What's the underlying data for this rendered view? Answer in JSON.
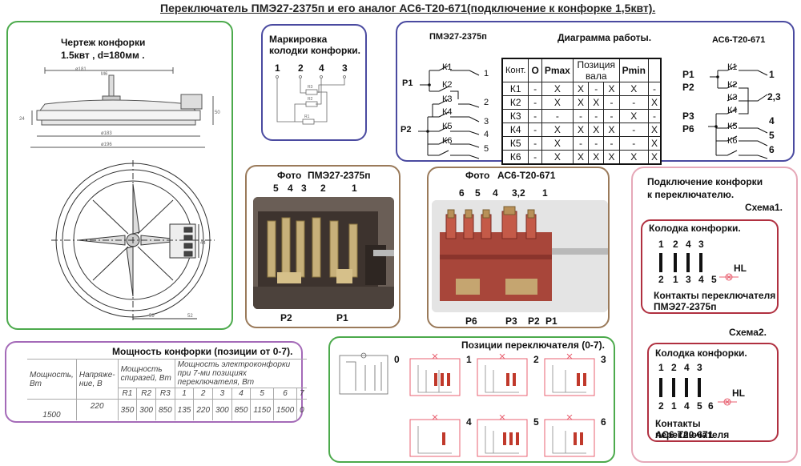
{
  "title": "Переключатель ПМЭ27-2375п и его аналог АС6-Т20-671(подключение к конфорке 1,5квт).",
  "colors": {
    "green": "#4caa4c",
    "blue": "#4a4aa0",
    "brown": "#9a7a5a",
    "purple": "#a46ab8",
    "pink": "#e6a8b8",
    "darkred": "#b03040",
    "x_marker": "#e86070"
  },
  "drawing": {
    "heading_line1": "Чертеж конфорки",
    "heading_line2": "1.5квт , d=180мм ."
  },
  "marking": {
    "heading": "Маркировка колодки конфорки.",
    "pins": [
      "1",
      "2",
      "4",
      "3"
    ]
  },
  "diagram": {
    "left_title": "ПМЭ27-2375п",
    "center_title": "Диаграмма работы.",
    "right_title": "АС6-Т20-671",
    "table_header": [
      "Конт.",
      "О",
      "Pmax",
      "Позиция вала",
      "Pmin"
    ],
    "rows": [
      {
        "k": "К1",
        "cells": [
          "-",
          "X",
          "X",
          "-",
          "X",
          "X",
          "-"
        ]
      },
      {
        "k": "К2",
        "cells": [
          "-",
          "X",
          "X",
          "X",
          "-",
          "-",
          "X"
        ]
      },
      {
        "k": "К3",
        "cells": [
          "-",
          "-",
          "-",
          "-",
          "-",
          "X",
          "-"
        ]
      },
      {
        "k": "К4",
        "cells": [
          "-",
          "X",
          "X",
          "X",
          "X",
          "-",
          "X"
        ]
      },
      {
        "k": "К5",
        "cells": [
          "-",
          "X",
          "-",
          "-",
          "-",
          "-",
          "X"
        ]
      },
      {
        "k": "К6",
        "cells": [
          "-",
          "X",
          "X",
          "X",
          "X",
          "X",
          "X"
        ]
      }
    ],
    "left_contacts": [
      "К1",
      "К2",
      "К3",
      "К4",
      "К5",
      "К6"
    ],
    "left_outputs": [
      "1",
      "2",
      "3",
      "4",
      "5"
    ],
    "left_inputs": [
      "Р1",
      "Р2"
    ],
    "right_contacts": [
      "К1",
      "К2",
      "К3",
      "К4",
      "К5",
      "К6"
    ],
    "right_outputs": [
      "1",
      "2,3",
      "4",
      "5",
      "6"
    ],
    "right_inputs": [
      "Р1",
      "Р2",
      "Р3",
      "Р6"
    ]
  },
  "photo1": {
    "heading_left": "Фото",
    "heading_right": "ПМЭ27-2375п",
    "top_numbers": [
      "5",
      "4",
      "3",
      "2",
      "1"
    ],
    "bottom_left": "Р2",
    "bottom_right": "Р1"
  },
  "photo2": {
    "heading_left": "Фото",
    "heading_right": "АС6-Т20-671",
    "top_numbers": [
      "6",
      "5",
      "4",
      "3,2",
      "1"
    ],
    "bottom_labels": [
      "Р6",
      "Р3",
      "Р2",
      "Р1"
    ]
  },
  "connection": {
    "heading_line1": "Подключение конфорки",
    "heading_line2": "к переключателю.",
    "scheme1": {
      "title": "Схема1.",
      "block_title": "Колодка конфорки.",
      "top_numbers": [
        "1",
        "2",
        "4",
        "3"
      ],
      "bottom_numbers": [
        "2",
        "1",
        "3",
        "4",
        "5"
      ],
      "hl": "HL",
      "caption_line1": "Контакты переключателя",
      "caption_line2": "ПМЭ27-2375п"
    },
    "scheme2": {
      "title": "Схема2.",
      "block_title": "Колодка конфорки.",
      "top_numbers": [
        "1",
        "2",
        "4",
        "3"
      ],
      "bottom_numbers": [
        "2",
        "1",
        "4",
        "5",
        "6"
      ],
      "hl": "HL",
      "caption_line1": "Контакты переключателя",
      "caption_line2": "АС6-Т20-671"
    }
  },
  "power": {
    "heading": "Мощность конфорки (позиции от 0-7).",
    "col_power": "Мощность, Вт",
    "col_voltage": "Напряже-ние, В",
    "col_spiral": "Мощность спиразей, Вт",
    "col_positions": "Мощность электроконфорки при 7-ми позициях переключателя, Вт",
    "spiral_cols": [
      "R1",
      "R2",
      "R3"
    ],
    "position_cols": [
      "1",
      "2",
      "3",
      "4",
      "5",
      "6",
      "7"
    ],
    "value_power": "1500",
    "value_voltage": "220",
    "spiral_values": [
      "350",
      "300",
      "850"
    ],
    "position_values": [
      "135",
      "220",
      "300",
      "850",
      "1150",
      "1500",
      "0"
    ]
  },
  "positions": {
    "heading": "Позиции переключателя (0-7).",
    "labels": [
      "0",
      "1",
      "2",
      "3",
      "4",
      "5",
      "6"
    ]
  }
}
